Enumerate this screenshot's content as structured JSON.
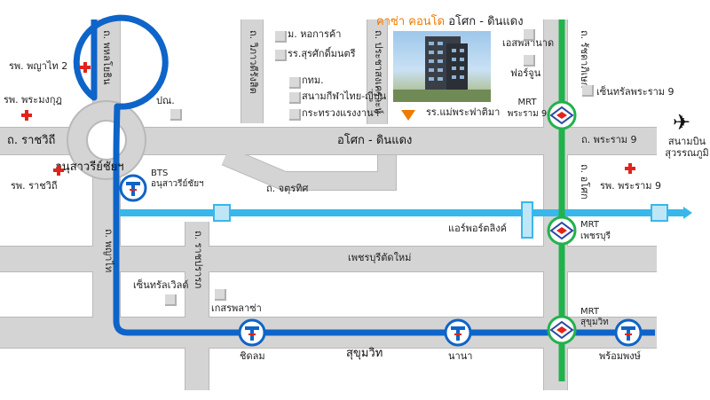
{
  "header": {
    "title_highlight": "คาซ่า คอนโด",
    "title_rest": "อโศก - ดินแดง"
  },
  "roads": {
    "phahonyothin": "ถ. พหลโยธิน",
    "vibhavadi": "ถ. วิภาวดีรังสิต",
    "pracharat": "ถ. ประชาสงเคราะห์",
    "ratchadaphisek": "ถ. รัชดาภิเษก",
    "ratchawithi": "ถ. ราชวิถี",
    "asok_dindaeng": "อโศก - ดินแดง",
    "rama9": "ถ. พระราม 9",
    "asok": "ถ. อโศก",
    "chatuchak": "ถ. จตุรทิศ",
    "phayathai": "ถ. พญาไท",
    "ratchaprarop": "ถ. ราชปรารภ",
    "phetchaburi_new": "เพชรบุรีตัดใหม่",
    "sukhumvit": "สุขุมวิท",
    "airport_link": "แอร์พอร์ตลิงค์"
  },
  "places": {
    "victory_monument": "อนุสาวรีย์ชัยฯ",
    "phyathai2_hospital": "รพ. พญาไท 2",
    "phramongkut_hospital": "รพ. พระมงกุฎ",
    "ratchawithi_hospital": "รพ. ราชวิถี",
    "rama9_hospital": "รพ. พระราม 9",
    "post_office": "ปณ.",
    "chamber_university": "ม. หอการค้า",
    "surasakmontri_school": "รร.สุรศักดิ์มนตรี",
    "ministry_finance": "กทม.",
    "thai_japan_stadium": "สนามกีฬาไทย-ญี่ปุ่น",
    "ministry_labour": "กระทรวงแรงงานฯ",
    "mae_phra_fatima_school": "รร.แม่พระฟาติมา",
    "esplanade": "เอสพลานาด",
    "fortune": "ฟอร์จูน",
    "central_rama9": "เซ็นทรัลพระราม 9",
    "central_world": "เซ็นทรัลเวิลด์",
    "gaysorn": "เกสรพลาซ่า",
    "airport": "สนามบิน สุวรรณภูมิ"
  },
  "stations": {
    "bts_victory_line1": "BTS",
    "bts_victory_line2": "อนุสาวรีย์ชัยฯ",
    "mrt_rama9_line1": "MRT",
    "mrt_rama9_line2": "พระราม 9",
    "mrt_phetchaburi_line1": "MRT",
    "mrt_phetchaburi_line2": "เพชรบุรี",
    "mrt_sukhumvit_line1": "MRT",
    "mrt_sukhumvit_line2": "สุขุมวิท",
    "bts_chidlom": "ชิดลม",
    "bts_nana": "นานา",
    "bts_phrom_phong": "พร้อมพงษ์"
  },
  "colors": {
    "road": "#cfcfcf",
    "road_edge": "#b9b9b9",
    "bts_line": "#0e64c8",
    "mrt_line": "#22b24c",
    "airport_link": "#39b7ea",
    "accent": "#f07a00",
    "hospital": "#e2231a"
  }
}
